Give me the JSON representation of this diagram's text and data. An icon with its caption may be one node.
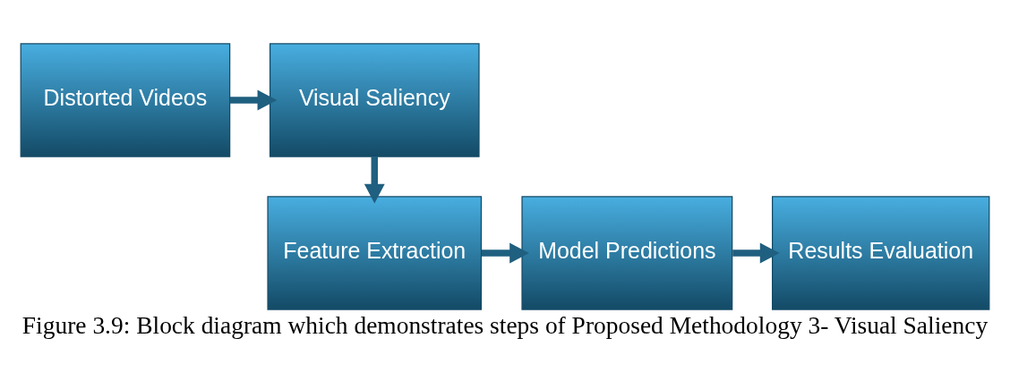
{
  "diagram": {
    "caption": "Figure 3.9: Block diagram which demonstrates steps of Proposed Methodology 3- Visual Saliency",
    "nodes": [
      {
        "text": [
          "Distorted Videos"
        ]
      },
      {
        "text": [
          "Visual Saliency"
        ]
      },
      {
        "text": [
          "Feature Extraction"
        ]
      },
      {
        "text": [
          "Model Predictions"
        ]
      },
      {
        "text": [
          "Results Evaluation"
        ]
      }
    ],
    "edges": [
      {
        "from": 0,
        "to": 1,
        "arrow": "to"
      },
      {
        "from": 1,
        "to": 2,
        "arrow": "to"
      },
      {
        "from": 2,
        "to": 3,
        "arrow": "to"
      },
      {
        "from": 3,
        "to": 4,
        "arrow": "to"
      }
    ]
  }
}
